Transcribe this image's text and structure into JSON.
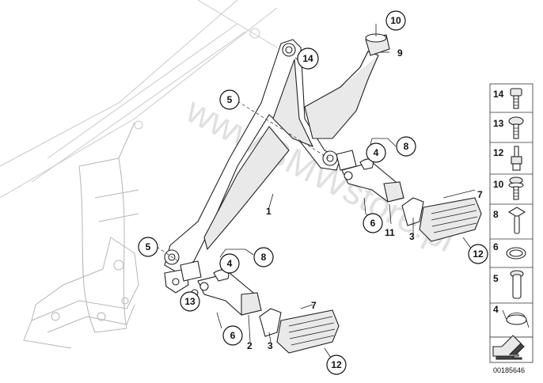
{
  "watermark": "www.BMWstore.pl",
  "diagram_code": "00185646",
  "callouts": {
    "c1": "1",
    "c2": "2",
    "c3a": "3",
    "c3b": "3",
    "c4a": "4",
    "c4b": "4",
    "c5a": "5",
    "c5b": "5",
    "c6a": "6",
    "c6b": "6",
    "c7a": "7",
    "c7b": "7",
    "c8a": "8",
    "c8b": "8",
    "c9": "9",
    "c10": "10",
    "c11": "11",
    "c12a": "12",
    "c12b": "12",
    "c13": "13",
    "c14": "14"
  },
  "legend": [
    "14",
    "13",
    "12",
    "10",
    "8",
    "6",
    "5",
    "4"
  ],
  "icons": {
    "legend_14": "socket-cap-screw-icon",
    "legend_13": "torx-screw-icon",
    "legend_12": "stud-bolt-icon",
    "legend_10": "spring-washer-screw-icon",
    "legend_8": "split-pin-icon",
    "legend_6": "circlip-ring-icon",
    "legend_5": "pin-icon",
    "legend_4": "torsion-spring-icon",
    "bottom": "direction-arrow-icon"
  }
}
